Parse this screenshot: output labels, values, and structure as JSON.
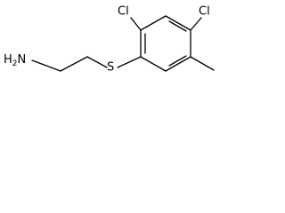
{
  "molecule": {
    "atoms": {
      "amine": "H",
      "amine_n": "N",
      "amine_sub": "2",
      "sulfur": "S",
      "chlorine_top_left": "Cl",
      "chlorine_top_right": "Cl"
    }
  }
}
